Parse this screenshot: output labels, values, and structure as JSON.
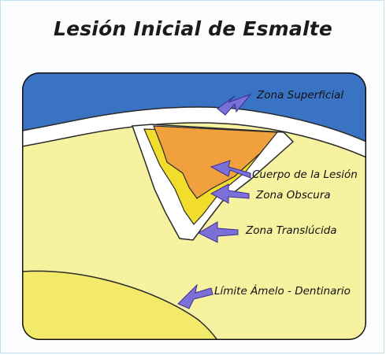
{
  "title": "Lesión Inicial de Esmalte",
  "labels": {
    "surface": "Zona Superficial",
    "body": "Cuerpo de la Lesión",
    "dark": "Zona Obscura",
    "translucent": "Zona Translúcida",
    "limit": "Límite Ámelo - Dentinario"
  },
  "colors": {
    "outside": "#3b73c4",
    "surface_zone": "#ffffff",
    "enamel": "#f6f2a0",
    "lesion_body": "#f0a03c",
    "dark_zone": "#f3dd2c",
    "translucent_zone": "#ffffff",
    "dentin": "#f4ea6a",
    "arrow": "#7b6fd8"
  }
}
